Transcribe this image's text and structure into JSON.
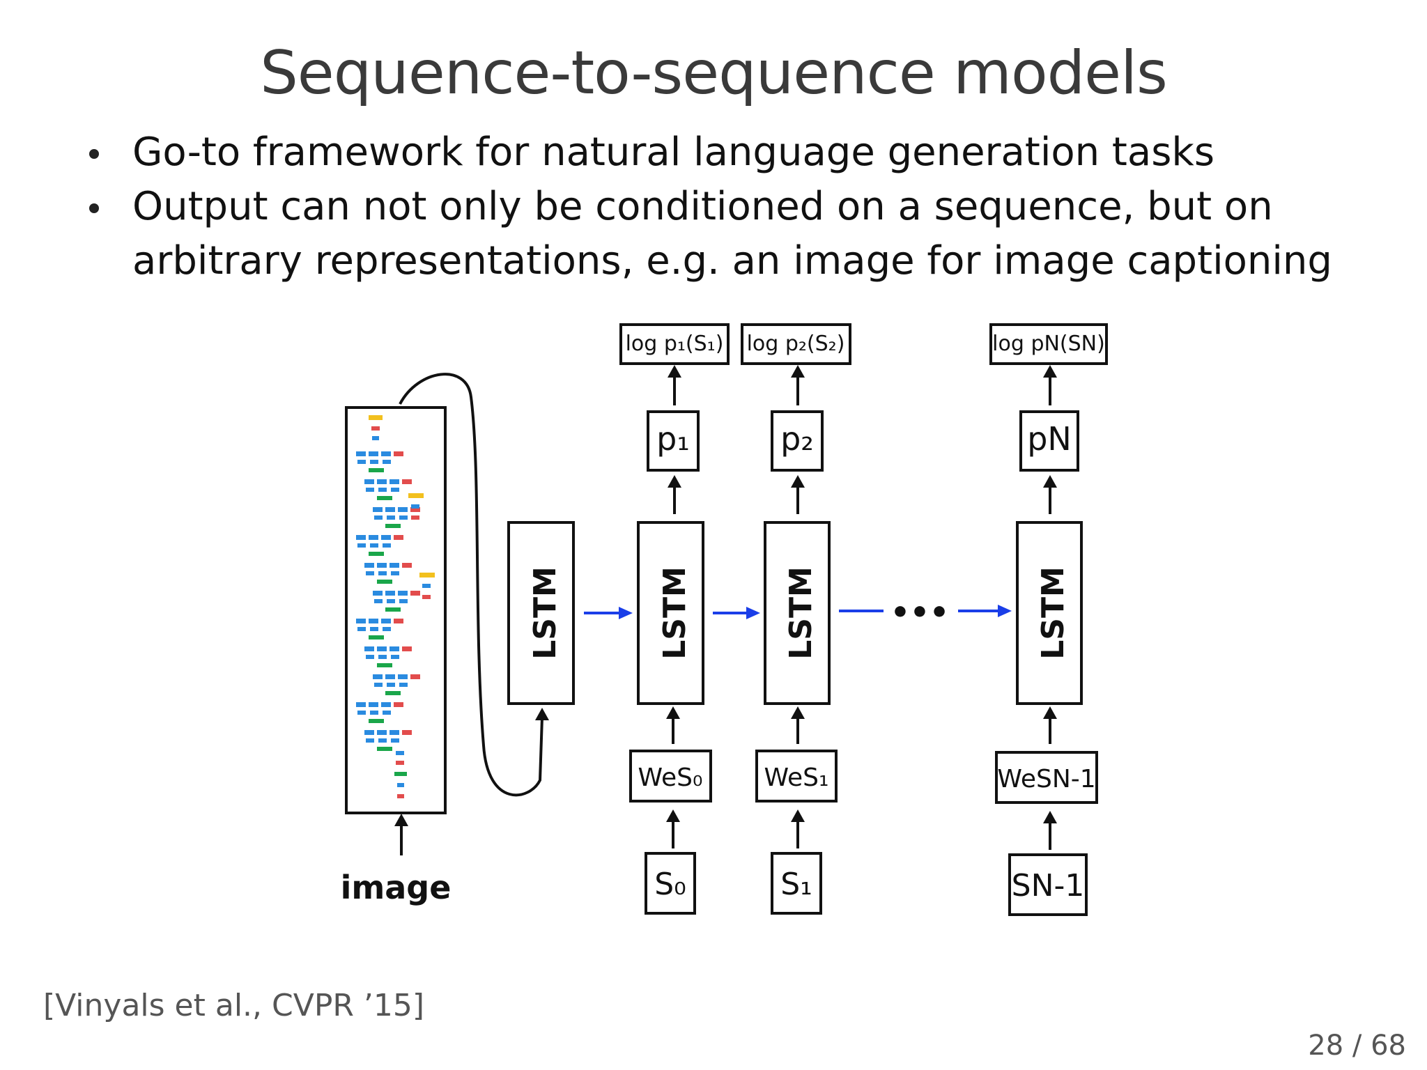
{
  "slide": {
    "title": "Sequence-to-sequence models",
    "bullets": [
      "Go-to framework for natural language generation tasks",
      "Output can not only be conditioned on a sequence, but on arbitrary representations, e.g. an image for image captioning"
    ],
    "citation": "[Vinyals et al., CVPR ’15]",
    "page": "28 / 68"
  },
  "diagram": {
    "input_label": "image",
    "lstm_label": "LSTM",
    "ellipsis": "•••",
    "outputs": [
      {
        "logp": "log p₁(S₁)",
        "p": "p₁"
      },
      {
        "logp": "log p₂(S₂)",
        "p": "p₂"
      },
      {
        "logp": "log pN(SN)",
        "p": "pN"
      }
    ],
    "inputs": [
      {
        "emb": "WeS₀",
        "token": "S₀"
      },
      {
        "emb": "WeS₁",
        "token": "S₁"
      },
      {
        "emb": "WeSN-1",
        "token": "SN-1"
      }
    ],
    "colors": {
      "recurrent_arrow": "#1a3ee8",
      "box_stroke": "#111111"
    }
  }
}
